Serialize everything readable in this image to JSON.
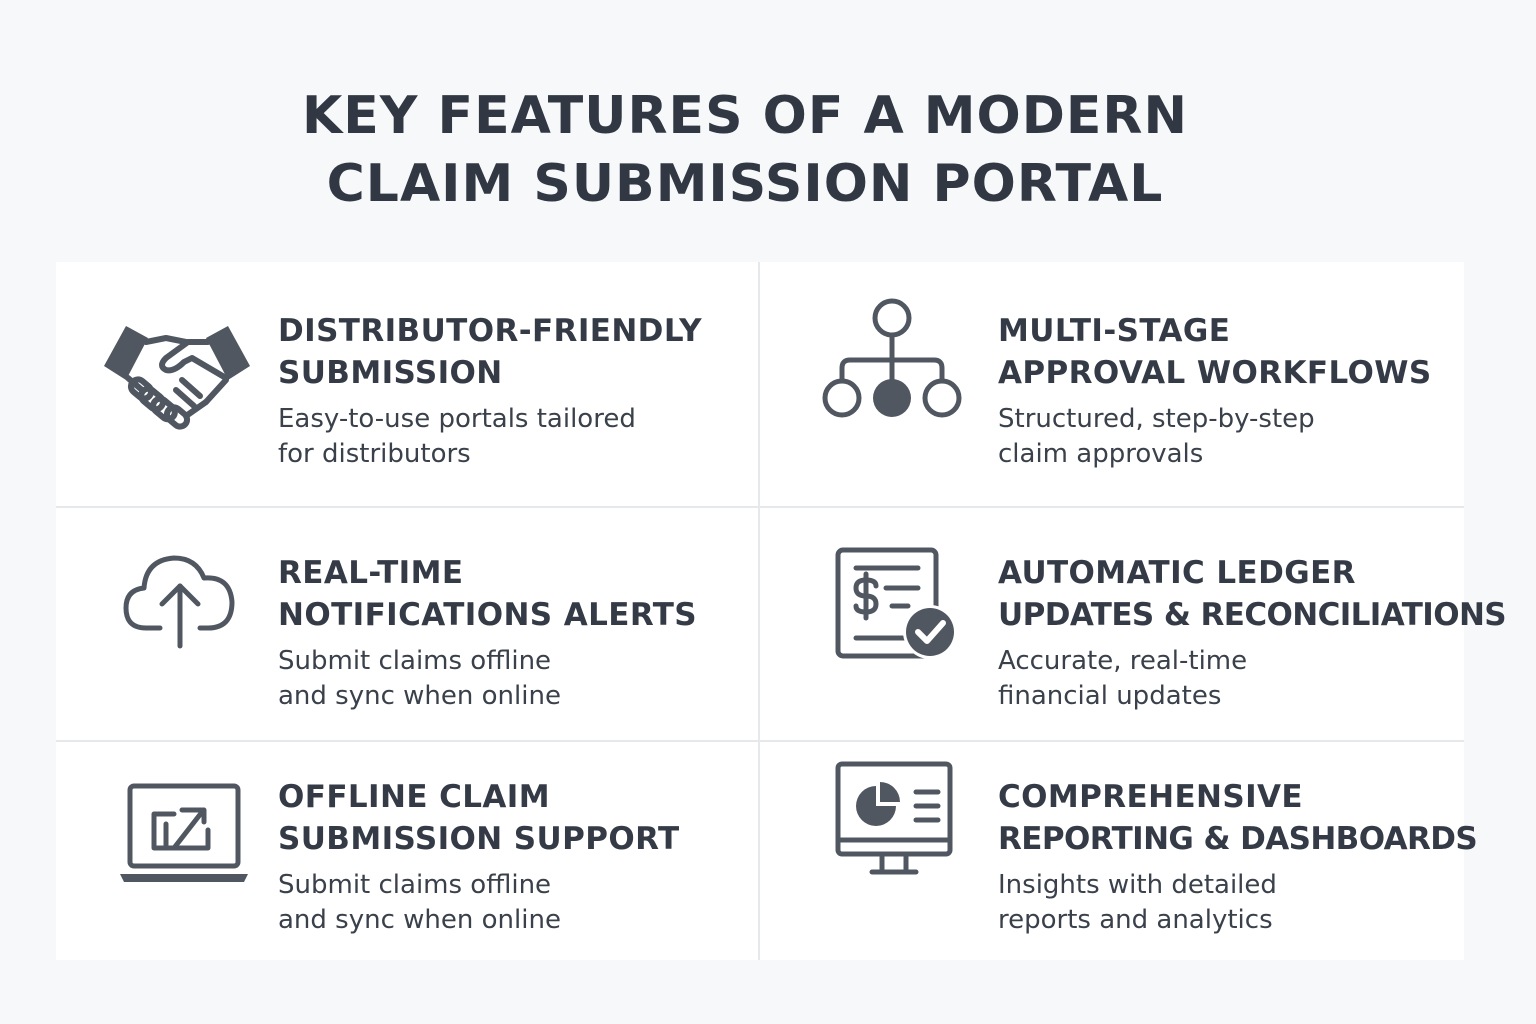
{
  "title": {
    "line1": "KEY FEATURES OF A MODERN",
    "line2": "CLAIM SUBMISSION PORTAL"
  },
  "colors": {
    "text": "#313843",
    "icon": "#505761",
    "background": "#f7f8f9",
    "card": "#ffffff",
    "divider": "#e6e9ec"
  },
  "features": [
    {
      "icon": "handshake-icon",
      "heading_line1": "DISTRIBUTOR-FRIENDLY",
      "heading_line2": "SUBMISSION",
      "desc_line1": "Easy-to-use portals tailored",
      "desc_line2": "for distributors"
    },
    {
      "icon": "workflow-hierarchy-icon",
      "heading_line1": "MULTI-STAGE",
      "heading_line2": "APPROVAL WORKFLOWS",
      "desc_line1": "Structured, step-by-step",
      "desc_line2": "claim approvals"
    },
    {
      "icon": "cloud-upload-icon",
      "heading_line1": "REAL-TIME",
      "heading_line2": "NOTIFICATIONS ALERTS",
      "desc_line1": "Submit claims offline",
      "desc_line2": "and sync when online"
    },
    {
      "icon": "ledger-check-icon",
      "heading_line1": "AUTOMATIC LEDGER",
      "heading_line2": "UPDATES & RECONCILIATIONS",
      "desc_line1": "Accurate, real-time",
      "desc_line2": "financial updates"
    },
    {
      "icon": "laptop-edit-icon",
      "heading_line1": "OFFLINE CLAIM",
      "heading_line2": "SUBMISSION SUPPORT",
      "desc_line1": "Submit claims offline",
      "desc_line2": "and sync when online"
    },
    {
      "icon": "dashboard-monitor-icon",
      "heading_line1": "COMPREHENSIVE",
      "heading_line2": "REPORTING & DASHBOARDS",
      "desc_line1": "Insights with detailed",
      "desc_line2": "reports and analytics"
    }
  ]
}
